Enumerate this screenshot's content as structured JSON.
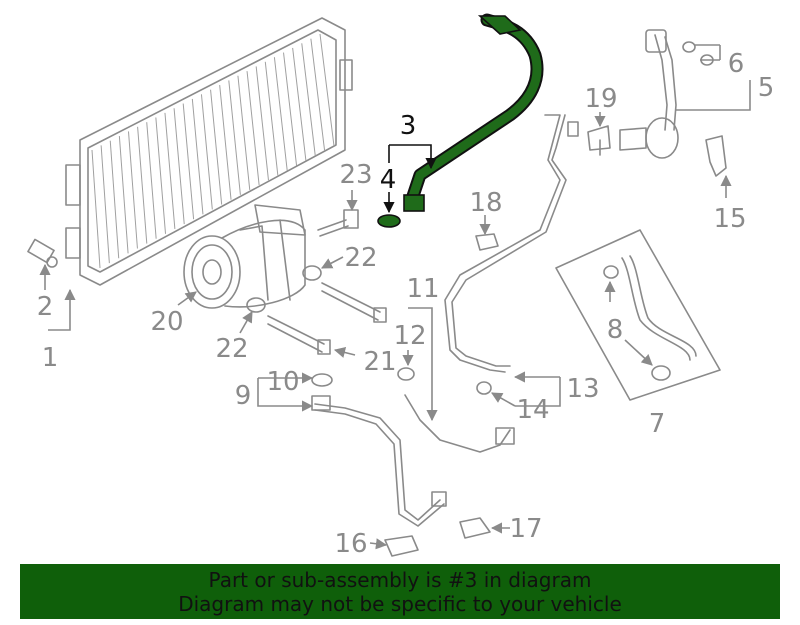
{
  "callouts": [
    "1",
    "2",
    "3",
    "4",
    "5",
    "6",
    "7",
    "8",
    "9",
    "10",
    "11",
    "12",
    "13",
    "14",
    "15",
    "16",
    "17",
    "18",
    "19",
    "20",
    "21",
    "22",
    "22",
    "23"
  ],
  "highlight_color": "#1f6b1a",
  "banner": {
    "line1": "Part or sub-assembly is #3 in diagram",
    "line2": "Diagram may not be specific to your vehicle",
    "background": "#0f5f0a"
  }
}
